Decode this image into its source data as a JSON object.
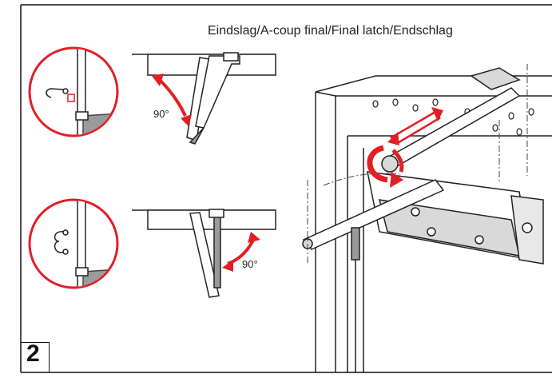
{
  "title": "Eindslag/A-coup final/Final latch/Endschlag",
  "step_number": "2",
  "angle_top": "90°",
  "angle_bottom": "90°",
  "colors": {
    "accent_red": "#e31e24",
    "line": "#222222",
    "gray": "#9a9a9a",
    "light_gray": "#d9d9d9"
  }
}
